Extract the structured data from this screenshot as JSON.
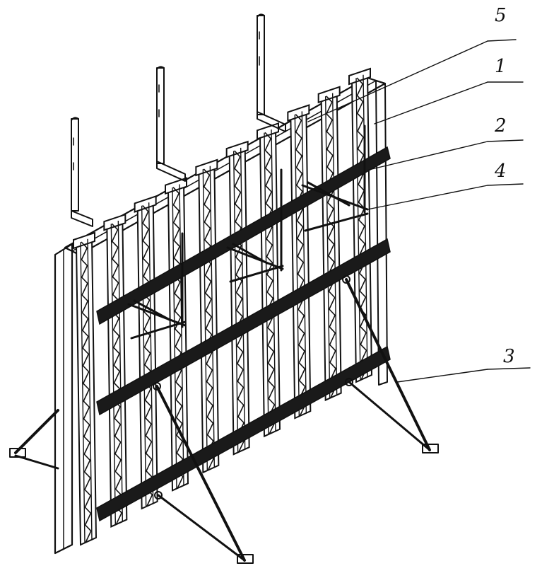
{
  "callouts": [
    {
      "id": "c5",
      "label": "5"
    },
    {
      "id": "c1",
      "label": "1"
    },
    {
      "id": "c2",
      "label": "2"
    },
    {
      "id": "c4",
      "label": "4"
    },
    {
      "id": "c3",
      "label": "3"
    }
  ],
  "colors": {
    "ink": "#111111",
    "paper": "#ffffff",
    "waler": "#1a1a1a"
  }
}
